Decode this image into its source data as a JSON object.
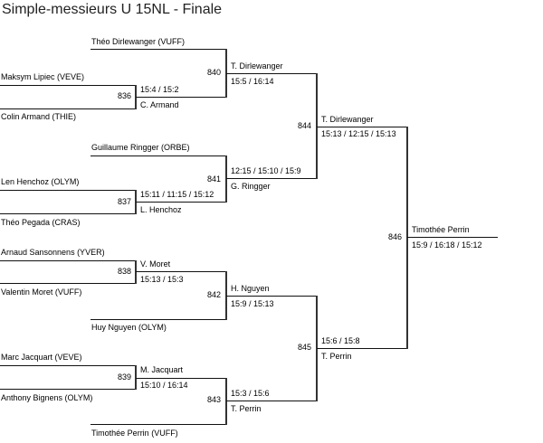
{
  "title": "Simple-messieurs U 15NL - Finale",
  "round1": [
    {
      "match": "836",
      "player_top": "Maksym Lipiec (VEVE)",
      "player_bottom": "Colin Armand (THIE)",
      "winner": "C. Armand",
      "score": "15:4 / 15:2"
    },
    {
      "match": "837",
      "player_top": "Len Henchoz (OLYM)",
      "player_bottom": "Théo Pegada (CRAS)",
      "winner": "L. Henchoz",
      "score": "15:11 / 11:15 / 15:12"
    },
    {
      "match": "838",
      "player_top": "Arnaud Sansonnens (YVER)",
      "player_bottom": "Valentin Moret (VUFF)",
      "winner": "V. Moret",
      "score": "15:13 / 15:3"
    },
    {
      "match": "839",
      "player_top": "Marc Jacquart (VEVE)",
      "player_bottom": "Anthony Bignens (OLYM)",
      "winner": "M. Jacquart",
      "score": "15:10 / 16:14"
    }
  ],
  "byes": [
    "Théo Dirlewanger (VUFF)",
    "Guillaume Ringger (ORBE)",
    "Huy Nguyen (OLYM)",
    "Timothée Perrin (VUFF)"
  ],
  "quarterfinals": [
    {
      "match": "840",
      "winner": "T. Dirlewanger",
      "score": "15:5 / 16:14"
    },
    {
      "match": "841",
      "winner": "G. Ringger",
      "score": "12:15 / 15:10 / 15:9"
    },
    {
      "match": "842",
      "winner": "H. Nguyen",
      "score": "15:9 / 15:13"
    },
    {
      "match": "843",
      "winner": "T. Perrin",
      "score": "15:3 / 15:6"
    }
  ],
  "semifinals": [
    {
      "match": "844",
      "winner": "T. Dirlewanger",
      "score": "15:13 / 12:15 / 15:13"
    },
    {
      "match": "845",
      "winner": "T. Perrin",
      "score": "15:6 / 15:8"
    }
  ],
  "final": {
    "match": "846",
    "winner": "Timothée Perrin",
    "score": "15:9 / 16:18 / 15:12"
  }
}
